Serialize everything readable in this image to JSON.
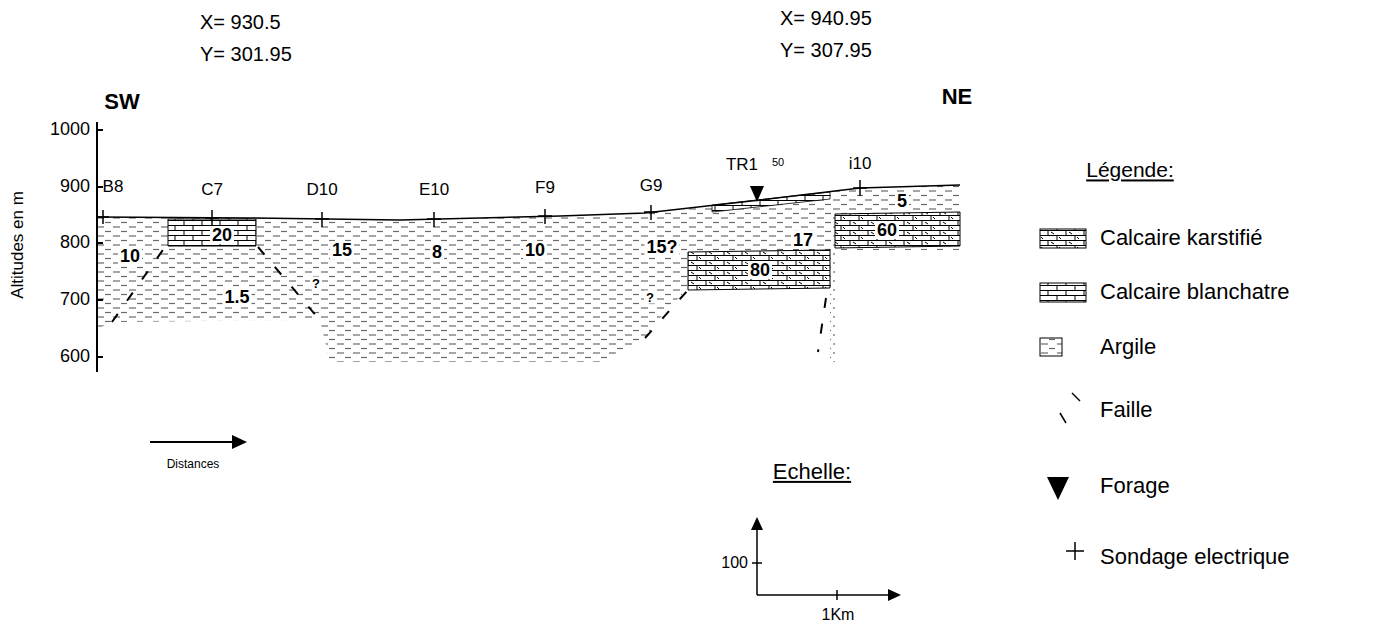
{
  "diagram": {
    "labels": [
      "X= 930.5",
      "Y= 301.95",
      "X= 940.95",
      "Y= 307.95",
      "SW",
      "NE",
      "1000",
      "900",
      "800",
      "700",
      "600",
      "Altitudes en m",
      "B8",
      "C7",
      "D10",
      "E10",
      "F9",
      "G9",
      "TR1",
      "i10",
      "10",
      "20",
      "15",
      "8",
      "10",
      "15?",
      "17",
      "5",
      "60",
      "1.5",
      "?",
      "?",
      "80",
      "50",
      "Distances",
      "Légende:",
      "Echelle:",
      "100",
      "1Km"
    ],
    "legend": [
      {
        "text": "Calcaire karstifié"
      },
      {
        "text": "Calcaire blanchatre"
      },
      {
        "text": "Argile"
      },
      {
        "text": "Faille"
      },
      {
        "text": "Forage"
      },
      {
        "text": "Sondage electrique"
      }
    ]
  }
}
